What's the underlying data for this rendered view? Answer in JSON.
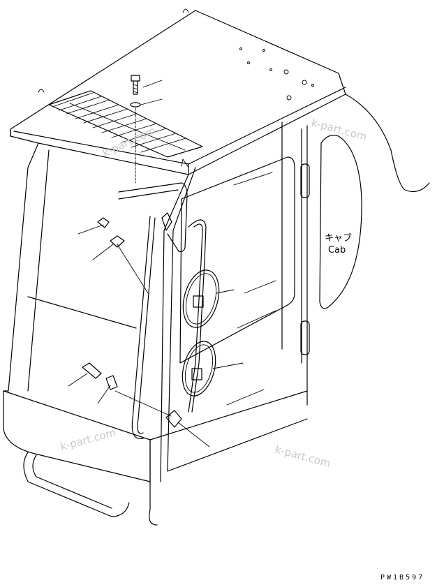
{
  "cab_label": {
    "line1": "キャブ",
    "line2": "Cab"
  },
  "watermarks": [
    "k-part.com",
    "k-part.com",
    "k-part.com",
    "k-part.com"
  ],
  "drawing_code": "PW1B597"
}
